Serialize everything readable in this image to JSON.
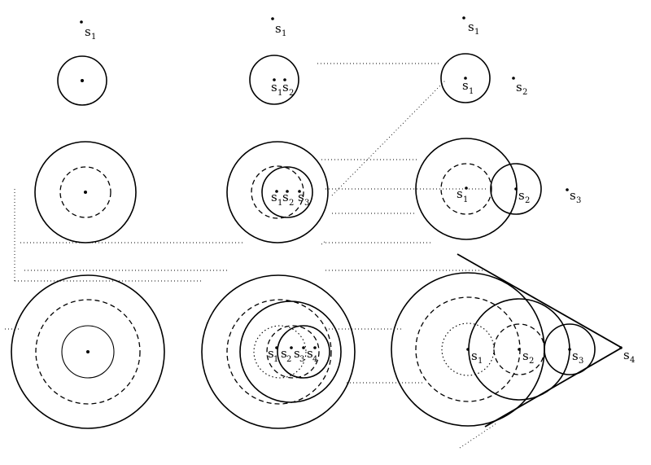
{
  "figure": {
    "panels": [
      {
        "id": "column-1",
        "rows": [
          {
            "id": "row-1",
            "points": [
              {
                "letter": "s",
                "index": "1"
              }
            ]
          },
          {
            "id": "row-2",
            "points": []
          },
          {
            "id": "row-3",
            "points": []
          },
          {
            "id": "row-4",
            "points": []
          }
        ]
      },
      {
        "id": "column-2",
        "rows": [
          {
            "id": "row-1",
            "points": [
              {
                "letter": "s",
                "index": "1"
              }
            ]
          },
          {
            "id": "row-2",
            "points": [
              {
                "letter": "s",
                "index": "1"
              },
              {
                "letter": "s",
                "index": "2"
              }
            ]
          },
          {
            "id": "row-3",
            "points": [
              {
                "letter": "s",
                "index": "1"
              },
              {
                "letter": "s",
                "index": "2"
              },
              {
                "letter": "s",
                "index": "3"
              }
            ]
          },
          {
            "id": "row-4",
            "points": [
              {
                "letter": "s",
                "index": "1"
              },
              {
                "letter": "s",
                "index": "2"
              },
              {
                "letter": "s",
                "index": "3"
              },
              {
                "letter": "s",
                "index": "4"
              }
            ]
          }
        ]
      },
      {
        "id": "column-3",
        "rows": [
          {
            "id": "row-1",
            "points": [
              {
                "letter": "s",
                "index": "1"
              }
            ]
          },
          {
            "id": "row-2",
            "points": [
              {
                "letter": "s",
                "index": "1"
              },
              {
                "letter": "s",
                "index": "2"
              }
            ]
          },
          {
            "id": "row-3",
            "points": [
              {
                "letter": "s",
                "index": "1"
              },
              {
                "letter": "s",
                "index": "2"
              },
              {
                "letter": "s",
                "index": "3"
              }
            ]
          },
          {
            "id": "row-4",
            "points": [
              {
                "letter": "s",
                "index": "1"
              },
              {
                "letter": "s",
                "index": "2"
              },
              {
                "letter": "s",
                "index": "3"
              },
              {
                "letter": "s",
                "index": "4"
              }
            ]
          }
        ]
      }
    ]
  }
}
